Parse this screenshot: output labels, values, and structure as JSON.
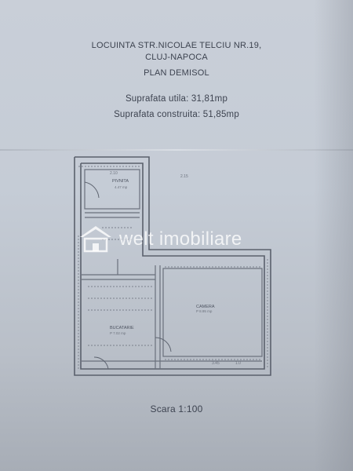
{
  "header": {
    "line1": "LOCUINTA STR.NICOLAE TELCIU NR.19,",
    "line2": "CLUJ-NAPOCA",
    "line3": "PLAN DEMISOL"
  },
  "areas": {
    "usable": "Suprafata utila: 31,81mp",
    "built": "Suprafata construita: 51,85mp"
  },
  "plan": {
    "rooms": {
      "pivnita": "PIVNITA",
      "bucatarie": "BUCATARIE",
      "camera": "CAMERA"
    }
  },
  "watermark": {
    "text": "welt imobiliare"
  },
  "scale": "Scara 1:100"
}
